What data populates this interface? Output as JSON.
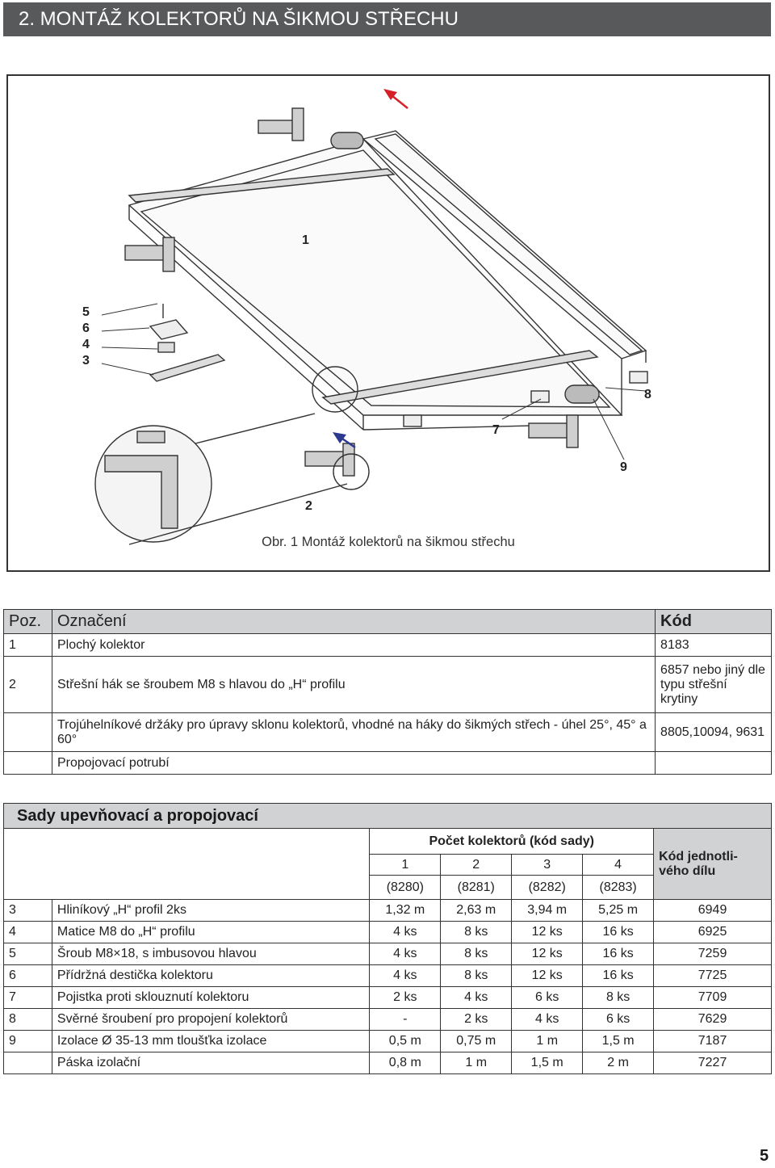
{
  "header": {
    "title": "2. MONTÁŽ KOLEKTORŮ NA ŠIKMOU STŘECHU"
  },
  "figure": {
    "callouts": [
      "1",
      "5",
      "6",
      "4",
      "3",
      "8",
      "7",
      "9",
      "2"
    ],
    "caption": "Obr. 1 Montáž kolektorů na šikmou střechu"
  },
  "parts_table": {
    "headers": {
      "pos": "Poz.",
      "name": "Označení",
      "code": "Kód"
    },
    "rows": [
      {
        "pos": "1",
        "name": "Plochý kolektor",
        "code": "8183"
      },
      {
        "pos": "2",
        "name": "Střešní hák se šroubem M8 s hlavou do „H“ profilu",
        "code": "6857 nebo jiný dle typu střešní krytiny"
      },
      {
        "pos": "",
        "name": "Trojúhelníkové držáky pro úpravy sklonu kolektorů, vhodné na háky do šikmých střech - úhel 25°, 45° a 60°",
        "code": "8805,10094, 9631"
      },
      {
        "pos": "",
        "name": "Propojovací potrubí",
        "code": ""
      }
    ]
  },
  "kits": {
    "title": "Sady upevňovací a propojovací",
    "group_header": "Počet kolektorů (kód sady)",
    "counts": [
      "1",
      "2",
      "3",
      "4"
    ],
    "kit_codes": [
      "(8280)",
      "(8281)",
      "(8282)",
      "(8283)"
    ],
    "part_code_header": "Kód jednotli-vého dílu",
    "rows": [
      {
        "pos": "3",
        "name": "Hliníkový „H“ profil 2ks",
        "q": [
          "1,32 m",
          "2,63 m",
          "3,94 m",
          "5,25 m"
        ],
        "code": "6949"
      },
      {
        "pos": "4",
        "name": "Matice M8 do „H“ profilu",
        "q": [
          "4 ks",
          "8 ks",
          "12 ks",
          "16 ks"
        ],
        "code": "6925"
      },
      {
        "pos": "5",
        "name": "Šroub M8×18, s imbusovou hlavou",
        "q": [
          "4 ks",
          "8 ks",
          "12 ks",
          "16 ks"
        ],
        "code": "7259"
      },
      {
        "pos": "6",
        "name": "Přídržná destička kolektoru",
        "q": [
          "4 ks",
          "8 ks",
          "12 ks",
          "16 ks"
        ],
        "code": "7725"
      },
      {
        "pos": "7",
        "name": "Pojistka proti sklouznutí kolektoru",
        "q": [
          "2 ks",
          "4 ks",
          "6 ks",
          "8 ks"
        ],
        "code": "7709"
      },
      {
        "pos": "8",
        "name": "Svěrné šroubení pro propojení kolektorů",
        "q": [
          "-",
          "2 ks",
          "4 ks",
          "6 ks"
        ],
        "code": "7629"
      },
      {
        "pos": "9",
        "name": "Izolace Ø 35-13 mm tloušťka izolace",
        "q": [
          "0,5 m",
          "0,75 m",
          "1 m",
          "1,5 m"
        ],
        "code": "7187"
      },
      {
        "pos": "",
        "name": "Páska izolační",
        "q": [
          "0,8 m",
          "1 m",
          "1,5 m",
          "2 m"
        ],
        "code": "7227"
      }
    ]
  },
  "page": {
    "number": "5"
  }
}
